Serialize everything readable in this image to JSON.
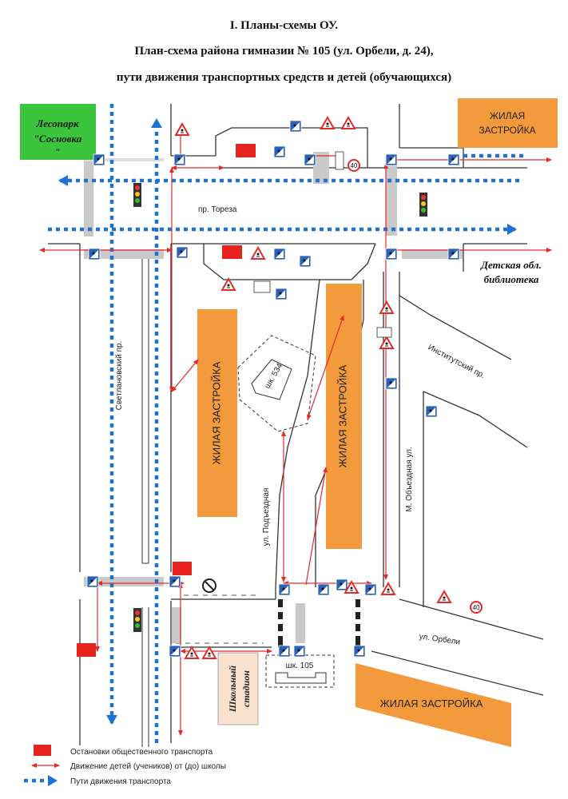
{
  "titles": {
    "line1": "I. Планы-схемы ОУ.",
    "line2": "План-схема района гимназии № 105 (ул. Орбели, д. 24),",
    "line3": "пути движения транспортных средств и детей (обучающихся)"
  },
  "labels": {
    "lesopark_1": "Лесопарк",
    "lesopark_2": "\"Сосновка",
    "lesopark_3": "\"",
    "housing_tr_1": "ЖИЛАЯ",
    "housing_tr_2": "ЗАСТРОЙКА",
    "housing_left": "ЖИЛАЯ ЗАСТРОЙКА",
    "housing_mid": "ЖИЛАЯ ЗАСТРОЙКА",
    "housing_br": "ЖИЛАЯ ЗАСТРОЙКА",
    "library_1": "Детская обл.",
    "library_2": "библиотека",
    "street_toreza": "пр. Тореза",
    "street_svetlanovsky": "Светлановский пр.",
    "street_institutsky": "Институтский пр.",
    "street_m_obezdnaya": "М. Объездная ул.",
    "street_podezdnaya": "ул. Подъездная",
    "street_orbeli": "ул. Орбели",
    "school_534": "шк. 534",
    "school_105": "шк. 105",
    "stadium_1": "Школьный",
    "stadium_2": "стадион",
    "speed_limit": "40"
  },
  "legend": {
    "bus_stop": "Остановки общественного транспорта",
    "children_route": "Движение детей (учеников) от (до) школы",
    "transport_route": "Пути движения транспорта"
  },
  "colors": {
    "housing_orange": "#f39a3c",
    "park_green": "#3cc43c",
    "stop_red": "#e8231f",
    "transport_blue": "#1e73d2",
    "children_red": "#e52a2a",
    "road_outline": "#333333",
    "sign_blue": "#2a62b8",
    "stadium_fill": "#f8e1cf"
  }
}
